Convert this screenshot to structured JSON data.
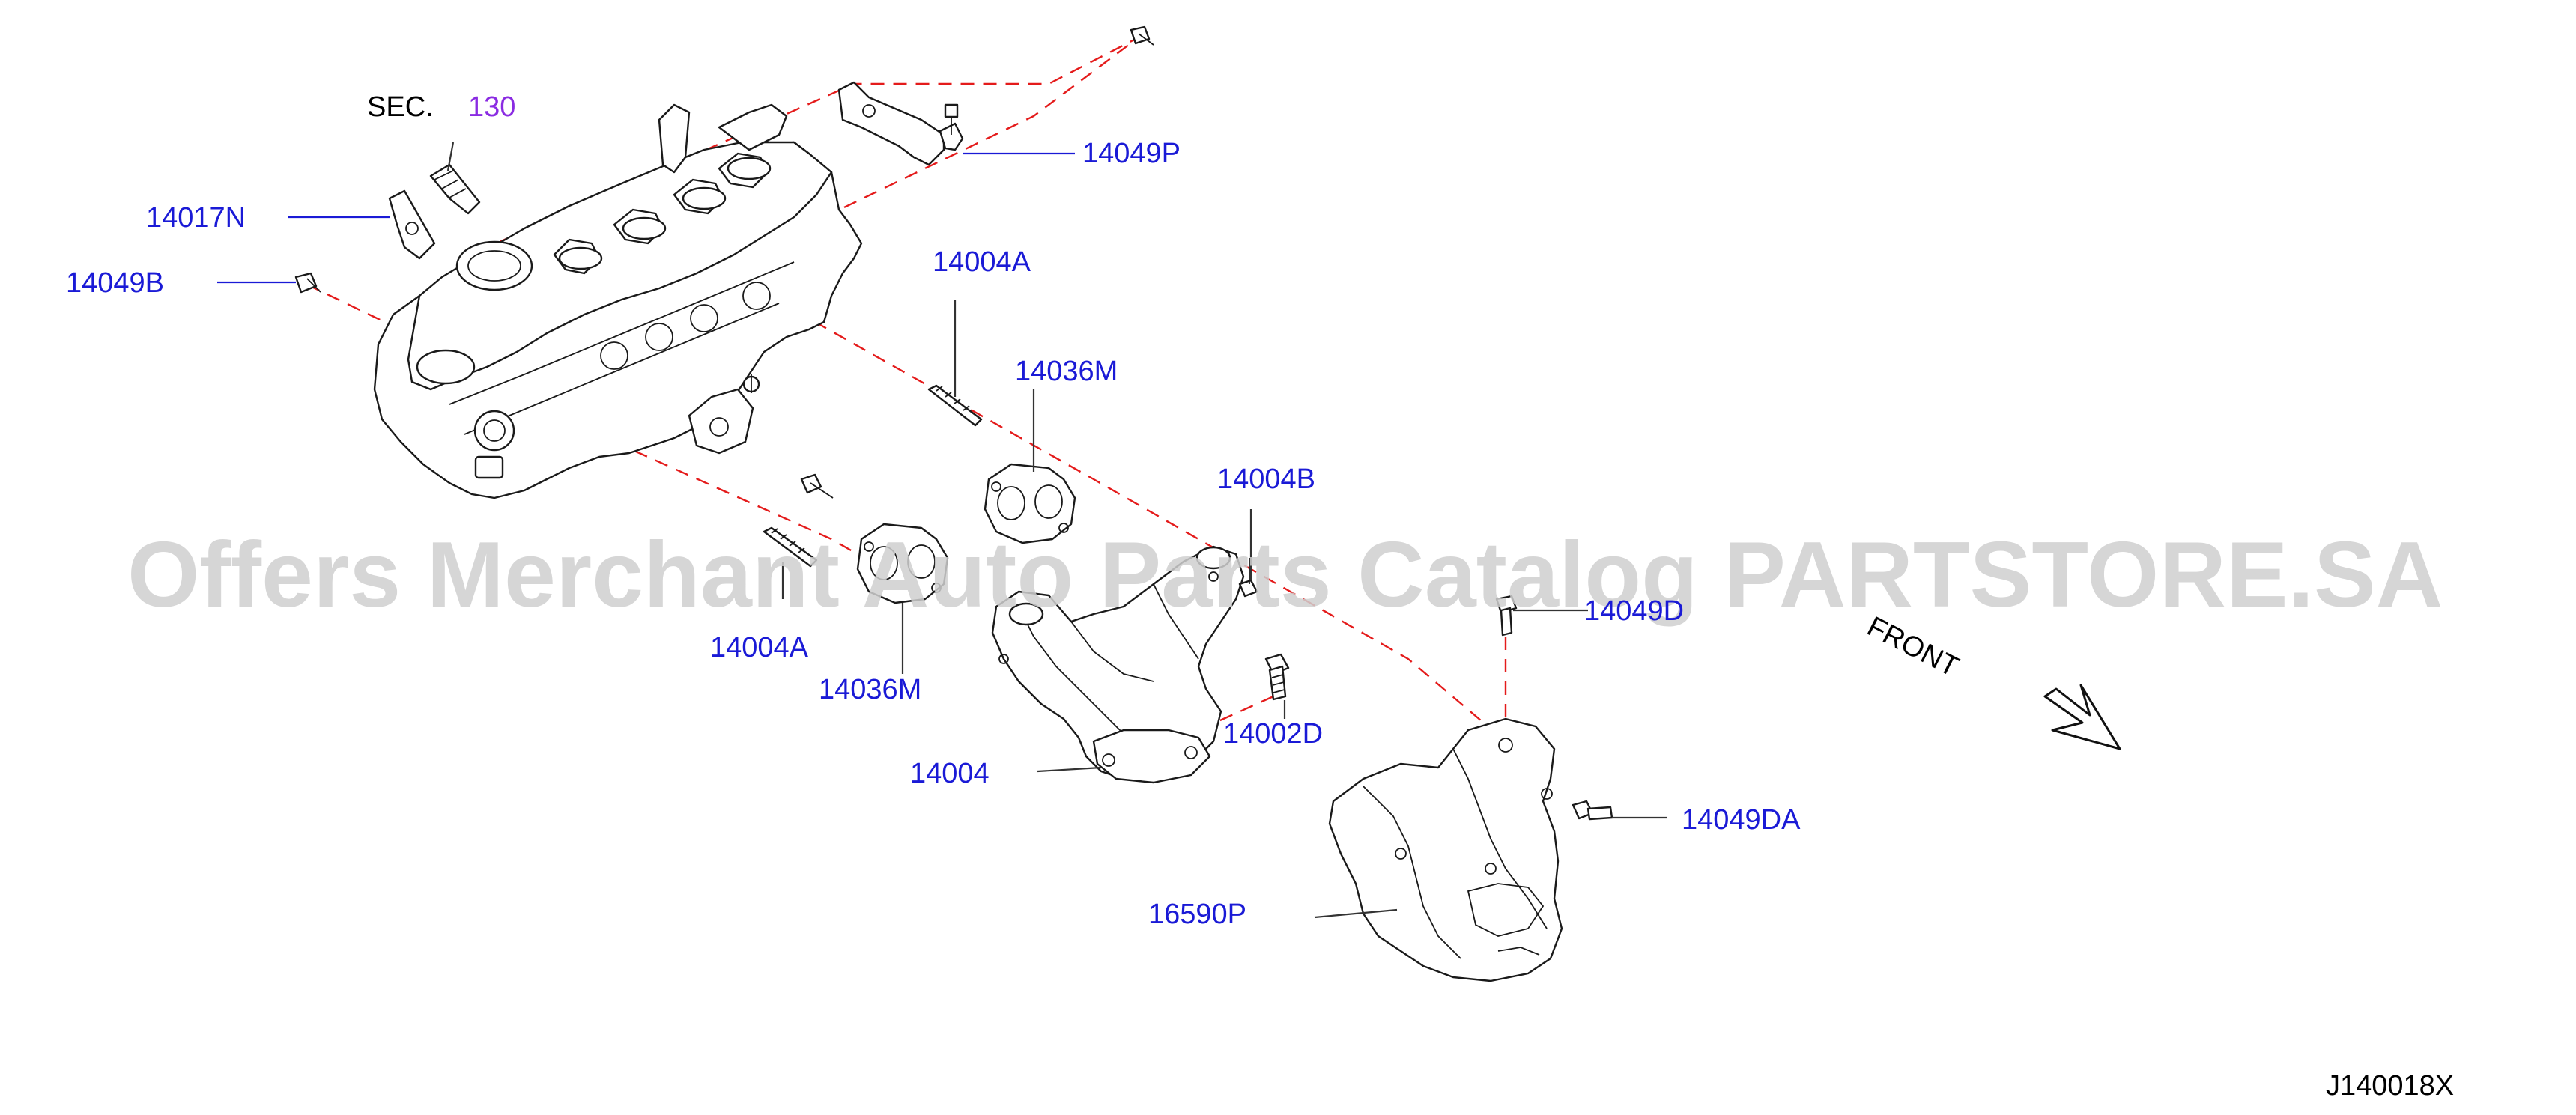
{
  "diagram": {
    "section_prefix": "SEC.",
    "section_number": "130",
    "labels": {
      "p14049P": "14049P",
      "p14017N": "14017N",
      "p14049B": "14049B",
      "p14004A_top": "14004A",
      "p14036M_top": "14036M",
      "p14004B": "14004B",
      "p14004A_bottom": "14004A",
      "p14036M_bottom": "14036M",
      "p14049D": "14049D",
      "p14002D": "14002D",
      "p14004": "14004",
      "p14049DA": "14049DA",
      "p16590P": "16590P"
    },
    "front_label": "FRONT",
    "figure_code": "J140018X",
    "watermark": "Offers Merchant Auto Parts Catalog PARTSTORE.SA",
    "colors": {
      "part_number": "#1a1ad6",
      "section_ref": "#8a2be2",
      "dashed_line": "#e41b1b",
      "watermark": "#d0d0d0"
    }
  }
}
